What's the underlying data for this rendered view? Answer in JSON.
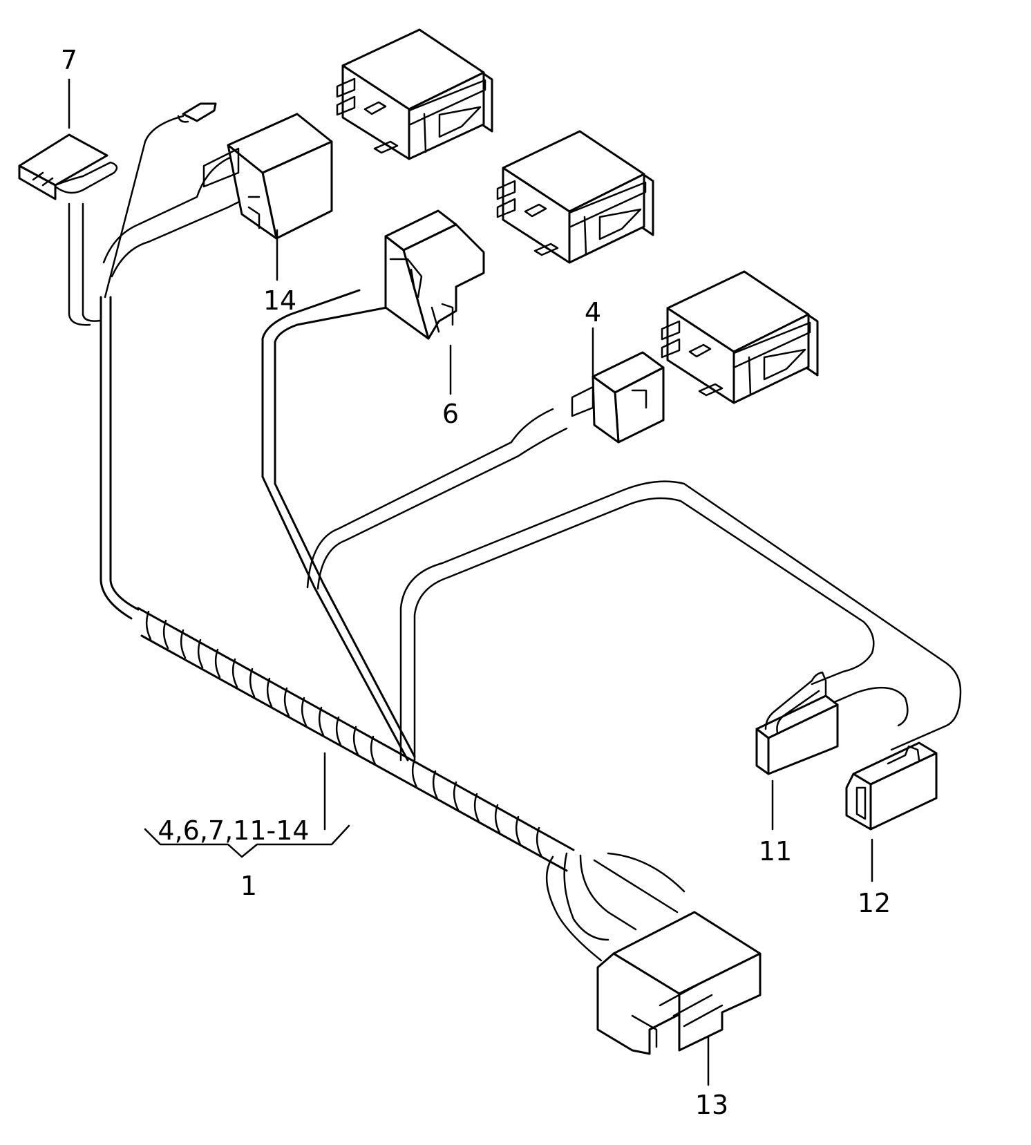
{
  "diagram": {
    "type": "exploded parts diagram - wiring harness",
    "colors": {
      "line": "#000000",
      "background": "#ffffff"
    },
    "callouts": [
      {
        "id": "7",
        "label": "7",
        "part": "flat connector housing"
      },
      {
        "id": "14",
        "label": "14",
        "part": "connector housing (multi-pin)"
      },
      {
        "id": "6",
        "label": "6",
        "part": "connector housing"
      },
      {
        "id": "4",
        "label": "4",
        "part": "connector housing"
      },
      {
        "id": "11",
        "label": "11",
        "part": "single-pin connector with latch"
      },
      {
        "id": "12",
        "label": "12",
        "part": "single-pin connector housing"
      },
      {
        "id": "13",
        "label": "13",
        "part": "multi-pin main connector"
      }
    ],
    "assembly": {
      "label": "1",
      "includes_label": "4,6,7,11-14",
      "part": "wiring harness"
    },
    "switches": [
      {
        "name": "rocker switch 1"
      },
      {
        "name": "rocker switch 2"
      },
      {
        "name": "rocker switch 3"
      }
    ]
  }
}
